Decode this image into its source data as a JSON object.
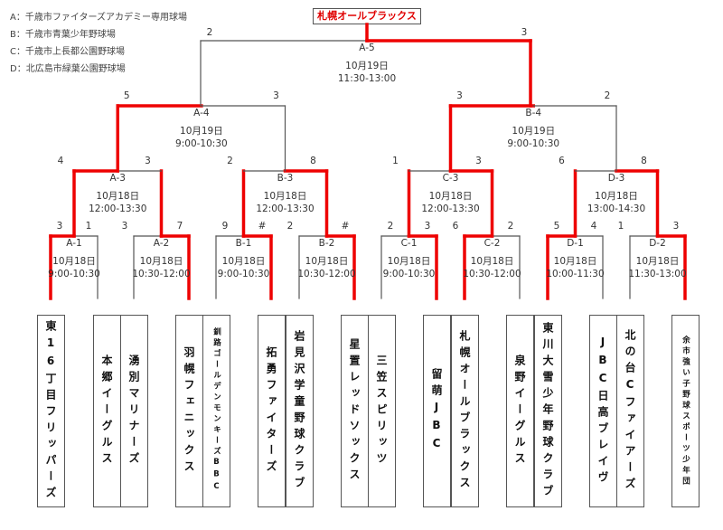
{
  "legend": [
    "A：千歳市ファイターズアカデミー専用球場",
    "B：千歳市青葉少年野球場",
    "C：千歳市上長都公園野球場",
    "D：北広島市緑葉公園野球場"
  ],
  "champion": "札幌オールブラックス",
  "final": {
    "id": "A-5",
    "date": "10月19日",
    "time": "11:30-13:00",
    "score_left": "2",
    "score_right": "3",
    "winner": "right"
  },
  "semis": [
    {
      "id": "A-4",
      "date": "10月19日",
      "time": "9:00-10:30",
      "score_left": "5",
      "score_right": "3",
      "winner": "left"
    },
    {
      "id": "B-4",
      "date": "10月19日",
      "time": "9:00-10:30",
      "score_left": "3",
      "score_right": "2",
      "winner": "left"
    }
  ],
  "quarters": [
    {
      "id": "A-3",
      "date": "10月18日",
      "time": "12:00-13:30",
      "score_left": "4",
      "score_right": "3",
      "winner": "left"
    },
    {
      "id": "B-3",
      "date": "10月18日",
      "time": "12:00-13:30",
      "score_left": "2",
      "score_right": "8",
      "winner": "right"
    },
    {
      "id": "C-3",
      "date": "10月18日",
      "time": "12:00-13:30",
      "score_left": "1",
      "score_right": "3",
      "winner": "right"
    },
    {
      "id": "D-3",
      "date": "10月18日",
      "time": "13:00-14:30",
      "score_left": "6",
      "score_right": "8",
      "winner": "right"
    }
  ],
  "round2_scores": [
    {
      "score_left": "3",
      "score_right": "1",
      "winner": "left"
    },
    {
      "score_left": "3",
      "score_right": "2",
      "winner": "left"
    },
    {
      "score_left": "9",
      "score_right": "#",
      "winner": "right"
    },
    {
      "score_left": "2",
      "score_right": "#",
      "winner": "right"
    },
    {
      "score_left": "2",
      "score_right": "3",
      "winner": "right"
    },
    {
      "score_left": "3",
      "score_right": "6",
      "winner": "left"
    },
    {
      "score_left": "5",
      "score_right": "4",
      "winner": "left"
    },
    {
      "score_left": "1",
      "score_right": "3",
      "winner": "right"
    }
  ],
  "round1": [
    {
      "id": "A-1",
      "date": "10月18日",
      "time": "9:00-10:30",
      "score_left": "3",
      "score_right": "1",
      "winner": "left"
    },
    {
      "id": "A-2",
      "date": "10月18日",
      "time": "10:30-12:00",
      "score_left": "3",
      "score_right": "7",
      "winner": "right"
    },
    {
      "id": "B-1",
      "date": "10月18日",
      "time": "9:00-10:30",
      "score_left": "9",
      "score_right": "#",
      "winner": "right"
    },
    {
      "id": "B-2",
      "date": "10月18日",
      "time": "10:30-12:00",
      "score_left": "2",
      "score_right": "#",
      "winner": "right"
    },
    {
      "id": "C-1",
      "date": "10月18日",
      "time": "9:00-10:30",
      "score_left": "2",
      "score_right": "3",
      "winner": "right"
    },
    {
      "id": "C-2",
      "date": "10月18日",
      "time": "10:30-12:00",
      "score_left": "6",
      "score_right": "2",
      "winner": "left"
    },
    {
      "id": "D-1",
      "date": "10月18日",
      "time": "10:00-11:30",
      "score_left": "5",
      "score_right": "4",
      "winner": "left"
    },
    {
      "id": "D-2",
      "date": "10月18日",
      "time": "11:30-13:00",
      "score_left": "1",
      "score_right": "3",
      "winner": "right"
    }
  ],
  "teams": [
    {
      "name": "東16丁目フリッパーズ",
      "small": false
    },
    {
      "name": "本郷イーグルス",
      "small": false
    },
    {
      "name": "湧別マリナーズ",
      "small": false
    },
    {
      "name": "羽幌フェニックス",
      "small": false
    },
    {
      "name": "釧路ゴールデンモンキーズBBC",
      "small": true
    },
    {
      "name": "拓勇ファイターズ",
      "small": false
    },
    {
      "name": "岩見沢学童野球クラブ",
      "small": false
    },
    {
      "name": "星置レッドソックス",
      "small": false
    },
    {
      "name": "三笠スピリッツ",
      "small": false
    },
    {
      "name": "留萌JBC",
      "small": false
    },
    {
      "name": "札幌オールブラックス",
      "small": false
    },
    {
      "name": "泉野イーグルス",
      "small": false
    },
    {
      "name": "東川大雪少年野球クラブ",
      "small": false
    },
    {
      "name": "JBC日高ブレイヴ",
      "small": false
    },
    {
      "name": "北の台Cファイアーズ",
      "small": false
    },
    {
      "name": "余市強い子野球スポーツ少年団",
      "small": true
    }
  ],
  "colors": {
    "win_line": "#ee0000",
    "line": "#555555"
  }
}
